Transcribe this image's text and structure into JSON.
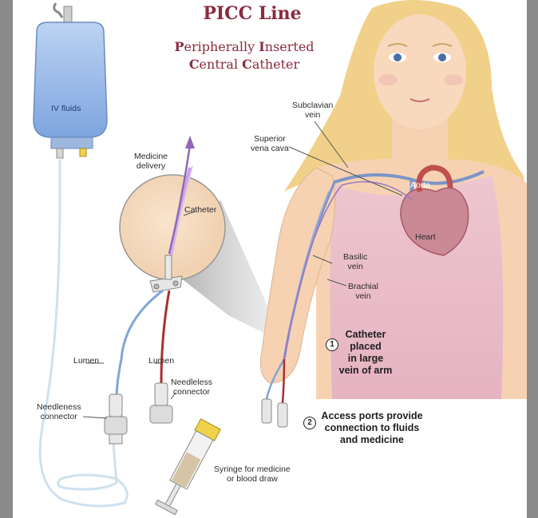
{
  "title": "PICC Line",
  "subtitle": {
    "line1_initial1": "P",
    "line1_rest1": "eripherally ",
    "line1_initial2": "I",
    "line1_rest2": "nserted",
    "line2_initial1": "C",
    "line2_rest1": "entral ",
    "line2_initial2": "C",
    "line2_rest2": "atheter"
  },
  "labels": {
    "iv_fluids": "IV fluids",
    "medicine_delivery": [
      "Medicine",
      "delivery"
    ],
    "catheter": "Catheter",
    "lumen_left": "Lumen",
    "lumen_right": "Lumen",
    "needleness_connector": [
      "Needleness",
      "connector"
    ],
    "needleless_connector": [
      "Needleless",
      "connector"
    ],
    "syringe": [
      "Syringe for medicine",
      "or blood draw"
    ],
    "subclavian_vein": [
      "Subclavian",
      "vein"
    ],
    "superior_vena_cava": [
      "Superior",
      "vena cava"
    ],
    "aorta": "Aorta",
    "heart": "Heart",
    "basilic_vein": [
      "Basilic",
      "vein"
    ],
    "brachial_vein": [
      "Brachial",
      "vein"
    ]
  },
  "steps": [
    {
      "number": "1",
      "lines": [
        "Catheter",
        "placed",
        "in large",
        "vein of arm"
      ]
    },
    {
      "number": "2",
      "lines": [
        "Access ports provide",
        "connection to fluids",
        "and medicine"
      ]
    }
  ],
  "colors": {
    "title": "#8b2b3f",
    "iv_bag": "#8fb3e6",
    "skin": "#f6d2b3",
    "hair": "#f1d089",
    "shirt": "#e7b6c4",
    "vein_blue": "#6f8fc6",
    "artery_red": "#b83a3a",
    "catheter_purple": "#9a78c2"
  }
}
